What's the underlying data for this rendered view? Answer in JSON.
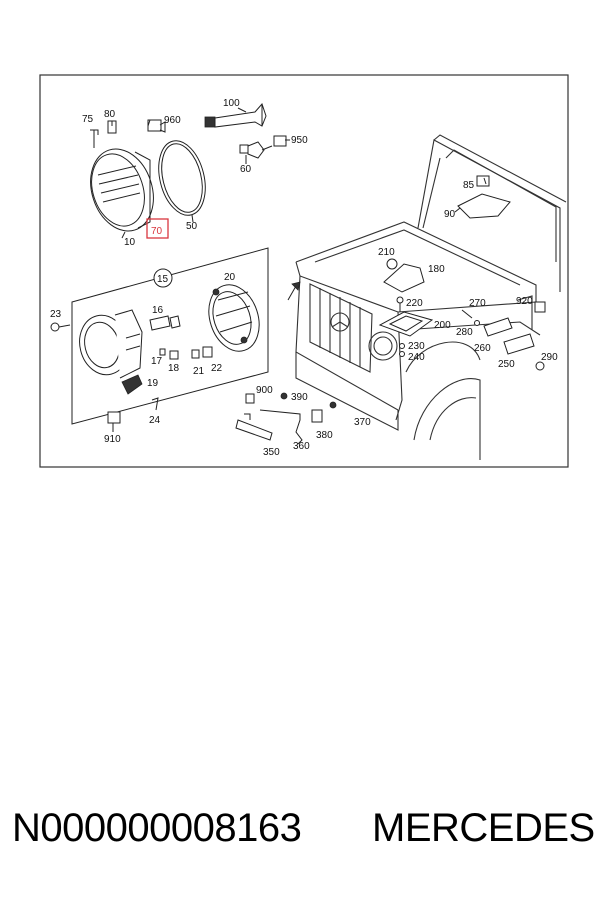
{
  "diagram": {
    "part_labels": {
      "p10": "10",
      "p15": "15",
      "p16": "16",
      "p17": "17",
      "p18": "18",
      "p19": "19",
      "p20": "20",
      "p21": "21",
      "p22": "22",
      "p23": "23",
      "p24": "24",
      "p50": "50",
      "p60": "60",
      "p70": "70",
      "p75": "75",
      "p80": "80",
      "p85": "85",
      "p90": "90",
      "p100": "100",
      "p180": "180",
      "p200": "200",
      "p210": "210",
      "p220": "220",
      "p230": "230",
      "p240": "240",
      "p250": "250",
      "p260": "260",
      "p270": "270",
      "p280": "280",
      "p290": "290",
      "p350": "350",
      "p360": "360",
      "p370": "370",
      "p380": "380",
      "p390": "390",
      "p900": "900",
      "p910": "910",
      "p920": "920",
      "p950": "950",
      "p960": "960"
    },
    "highlight_color": "#d9363e"
  },
  "footer": {
    "part_number": "N000000008163",
    "brand": "MERCEDES"
  }
}
